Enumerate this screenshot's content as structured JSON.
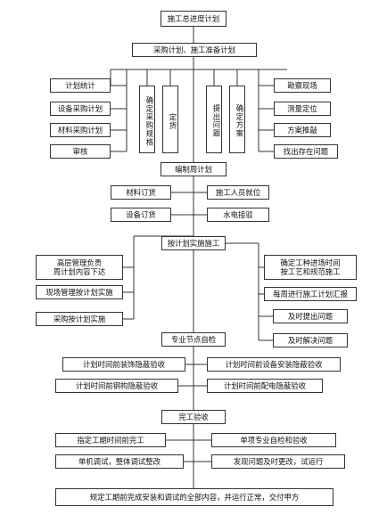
{
  "title": "施工总进度计划",
  "plan": "采购计划、施工准备计划",
  "left_group": [
    "计划统计",
    "设备采购计划",
    "材料采购计划",
    "审核"
  ],
  "vertical_a": [
    "确定采购规格",
    "定货"
  ],
  "vertical_b": [
    "提出问题",
    "确定方案"
  ],
  "right_group": [
    "勘察现场",
    "测量定位",
    "方案推敲",
    "找出存在问题"
  ],
  "weekly": "编制周计划",
  "weekly_items": [
    "材料订货",
    "施工人员就位",
    "设备订货",
    "水电接驳"
  ],
  "construction": "按计划实施施工",
  "construction_left": [
    "高层管理负责\n周计划内容下达",
    "现场管理按计划实施",
    "采购按计划实施"
  ],
  "construction_right": [
    "确定工种进场时间\n按工艺和规范施工",
    "每周进行施工计划汇报",
    "及时提出问题",
    "及时解决问题"
  ],
  "node_check": "专业节点自检",
  "node_items": [
    "计划时间前装饰隐蔽验收",
    "计划时间前设备安装隐蔽验收",
    "计划时间前钢构隐蔽验收",
    "计划时间前配电隐蔽验收"
  ],
  "completion": "完工验收",
  "completion_items": [
    "指定工期时间前完工",
    "单项专业自检和验收",
    "单机调试，整体调试整改",
    "发现问题及时更改，试运行"
  ],
  "final": "规定工期前完成安装和调试的全部内容，并运行正常，交付甲方"
}
